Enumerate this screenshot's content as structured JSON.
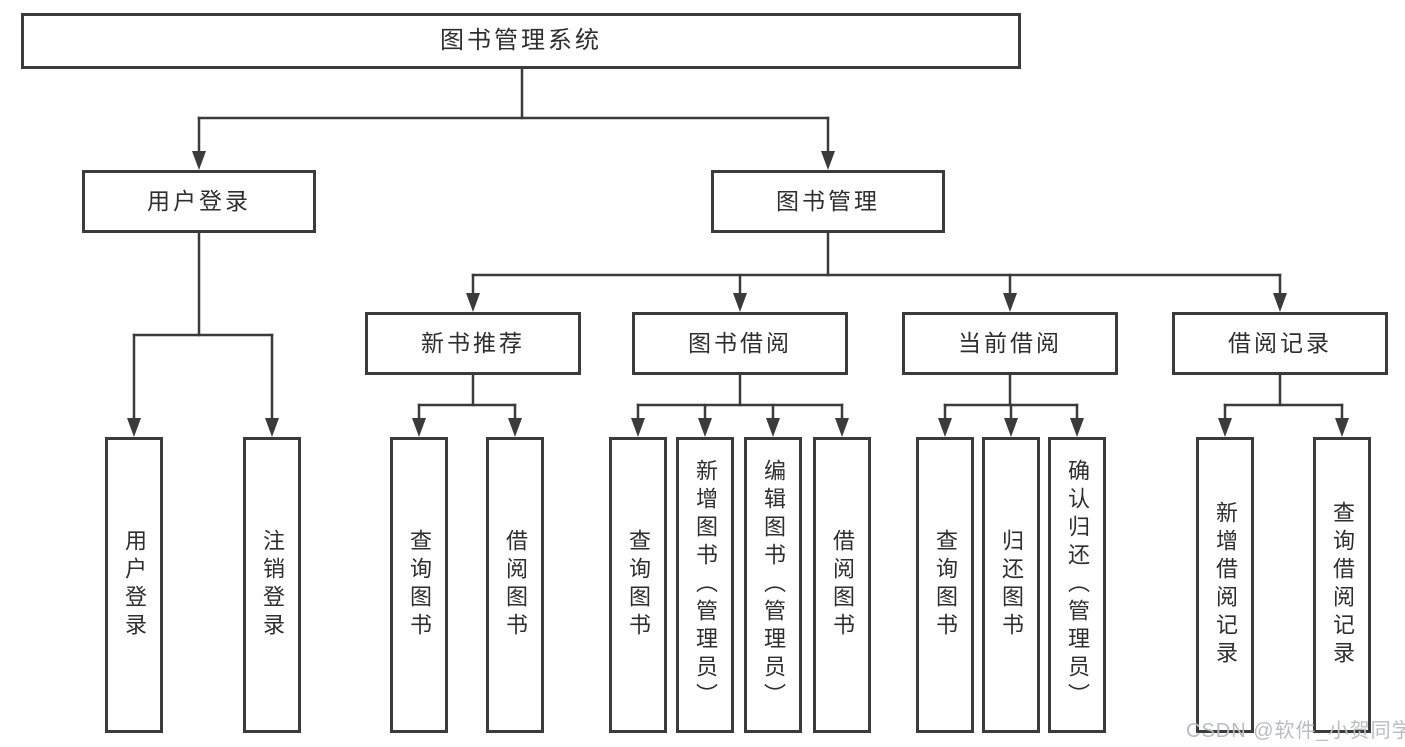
{
  "diagram": {
    "root": "图书管理系统",
    "branches": [
      {
        "label": "用户登录",
        "children": [
          {
            "label": "用户登录"
          },
          {
            "label": "注销登录"
          }
        ]
      },
      {
        "label": "图书管理",
        "children": [
          {
            "label": "新书推荐",
            "children": [
              {
                "label": "查询图书"
              },
              {
                "label": "借阅图书"
              }
            ]
          },
          {
            "label": "图书借阅",
            "children": [
              {
                "label": "查询图书"
              },
              {
                "label": "新增图书（管理员）"
              },
              {
                "label": "编辑图书（管理员）"
              },
              {
                "label": "借阅图书"
              }
            ]
          },
          {
            "label": "当前借阅",
            "children": [
              {
                "label": "查询图书"
              },
              {
                "label": "归还图书"
              },
              {
                "label": "确认归还（管理员）"
              }
            ]
          },
          {
            "label": "借阅记录",
            "children": [
              {
                "label": "新增借阅记录"
              },
              {
                "label": "查询借阅记录"
              }
            ]
          }
        ]
      }
    ]
  },
  "watermark": {
    "text": "CSDN @软件_小贺同学"
  },
  "colors": {
    "line": "#3b3b3b",
    "box_border": "#3b3b3b",
    "text": "#2e2e2e",
    "watermark": "#b9bdc2",
    "background": "#ffffff"
  }
}
